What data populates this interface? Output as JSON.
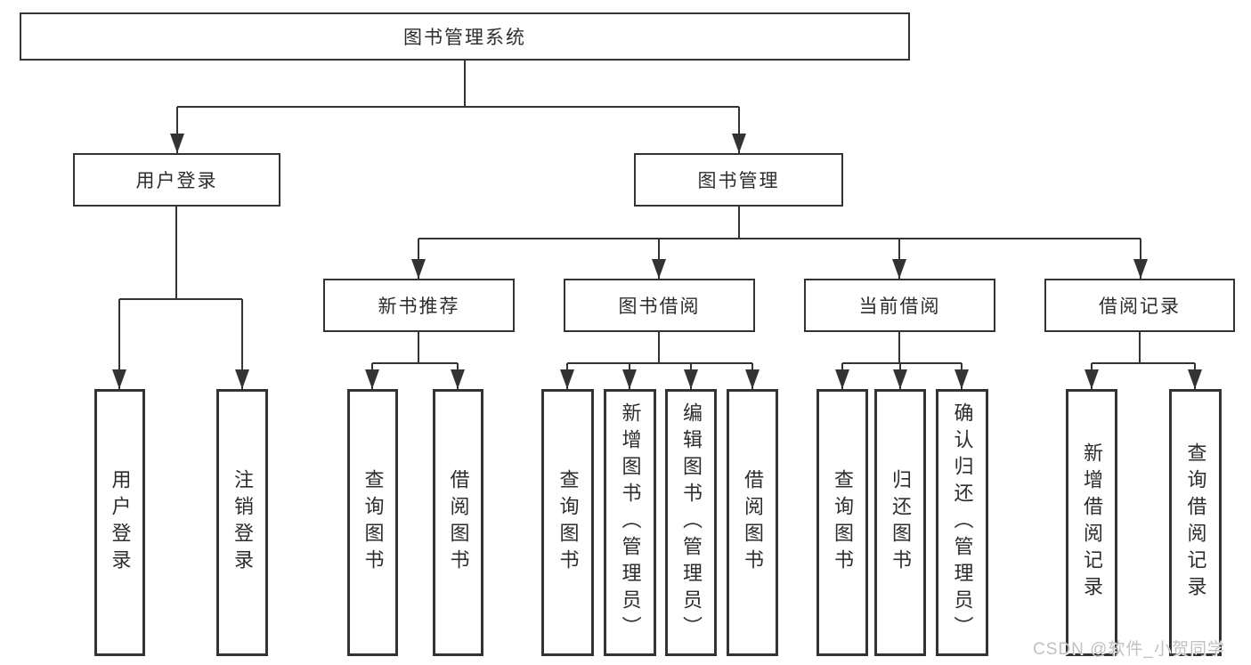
{
  "colors": {
    "line": "#333333",
    "box_border": "#333333",
    "box_background": "#ffffff",
    "text": "#2d2d2d",
    "watermark": "#c2c1c1"
  },
  "tree": {
    "label": "图书管理系统",
    "children": [
      {
        "label": "用户登录",
        "children": [
          {
            "label": "用户登录"
          },
          {
            "label": "注销登录"
          }
        ]
      },
      {
        "label": "图书管理",
        "children": [
          {
            "label": "新书推荐",
            "children": [
              {
                "label": "查询图书"
              },
              {
                "label": "借阅图书"
              }
            ]
          },
          {
            "label": "图书借阅",
            "children": [
              {
                "label": "查询图书"
              },
              {
                "label": "新增图书（管理员）"
              },
              {
                "label": "编辑图书（管理员）"
              },
              {
                "label": "借阅图书"
              }
            ]
          },
          {
            "label": "当前借阅",
            "children": [
              {
                "label": "查询图书"
              },
              {
                "label": "归还图书"
              },
              {
                "label": "确认归还（管理员）"
              }
            ]
          },
          {
            "label": "借阅记录",
            "children": [
              {
                "label": "新增借阅记录"
              },
              {
                "label": "查询借阅记录"
              }
            ]
          }
        ]
      }
    ]
  },
  "watermark": {
    "text": "CSDN @软件_小贺同学"
  }
}
